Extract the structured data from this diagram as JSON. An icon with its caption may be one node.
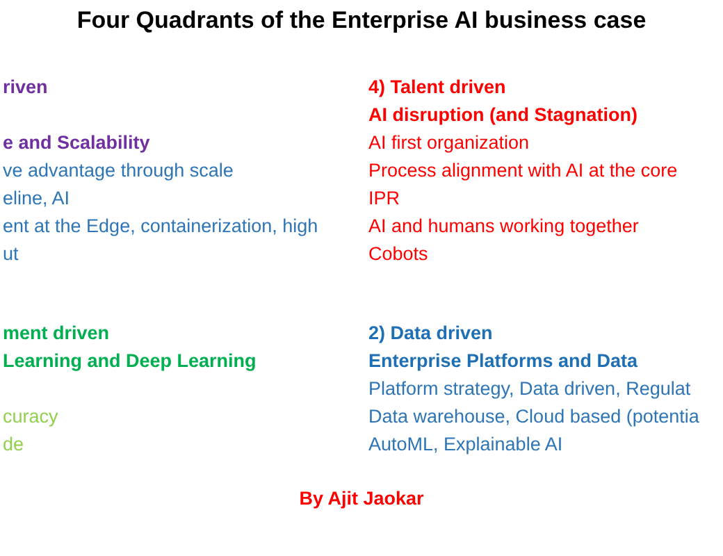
{
  "diagram": {
    "title": "Four Quadrants of the Enterprise AI business case",
    "labels": [
      "riven",
      "4) Talent driven",
      "AI disruption (and Stagnation)",
      "e and Scalability",
      "AI first organization",
      "ve advantage through scale",
      "Process alignment with AI at the core",
      "eline, AI",
      "IPR",
      "ent at the Edge, containerization, high",
      "AI and humans working together",
      "ut",
      "Cobots",
      "ment driven",
      "2) Data driven",
      "Learning and Deep Learning",
      "Enterprise Platforms and Data",
      "Platform strategy, Data driven, Regulat",
      "curacy",
      "Data warehouse, Cloud based (potentia",
      "de",
      "AutoML, Explainable AI"
    ],
    "caption": "By Ajit Jaokar"
  }
}
